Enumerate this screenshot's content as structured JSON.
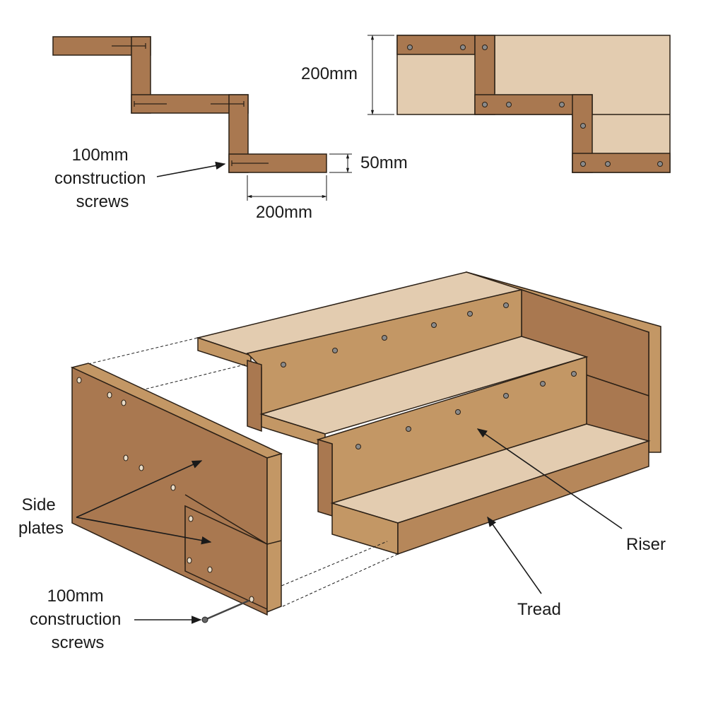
{
  "colors": {
    "wood_dark": "#a97850",
    "wood_mid": "#c39765",
    "wood_light": "#e3ccb0",
    "wood_side": "#b6875a",
    "outline": "#2b2016",
    "screw": "#8a8a8a"
  },
  "icons": [
    "construction-screw-icon",
    "arrow-icon"
  ],
  "top_left": {
    "label_screws": [
      "100mm",
      "construction",
      "screws"
    ],
    "dim_height": "50mm",
    "dim_width": "200mm"
  },
  "top_right": {
    "dim_height": "200mm"
  },
  "bottom": {
    "label_side_plates": [
      "Side",
      "plates"
    ],
    "label_screws": [
      "100mm",
      "construction",
      "screws"
    ],
    "label_riser": "Riser",
    "label_tread": "Tread"
  }
}
